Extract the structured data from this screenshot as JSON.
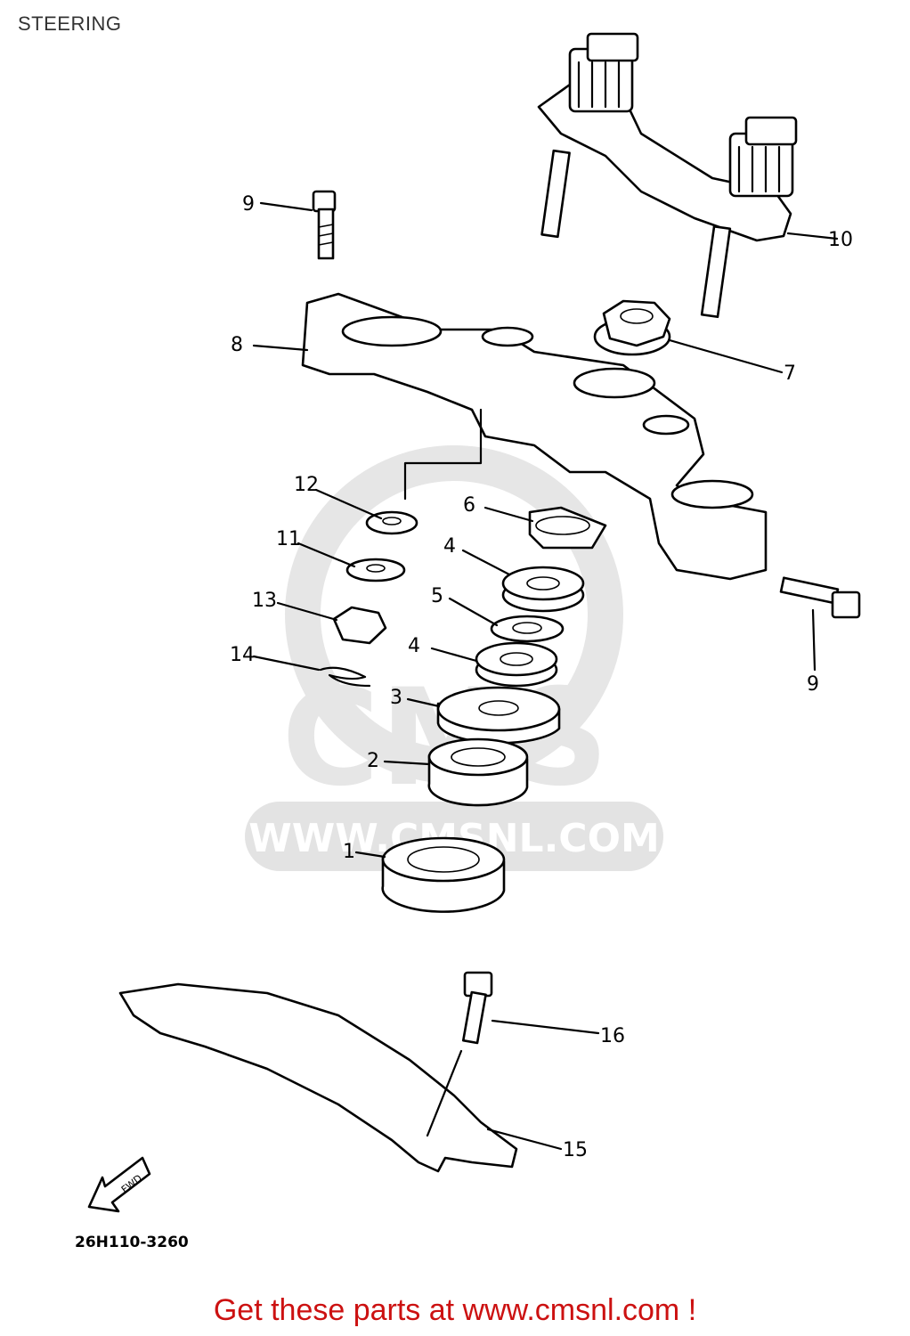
{
  "title": "STEERING",
  "drawing_code": "26H110-3260",
  "direction_marker": "FWD",
  "watermark": {
    "url": "WWW.CMSNL.COM",
    "logo": "CMS"
  },
  "footer_link": "Get these parts at www.cmsnl.com !",
  "callouts": {
    "c1": "1",
    "c2": "2",
    "c3": "3",
    "c4a": "4",
    "c4b": "4",
    "c5": "5",
    "c6": "6",
    "c7": "7",
    "c8": "8",
    "c9a": "9",
    "c9b": "9",
    "c10": "10",
    "c11": "11",
    "c12": "12",
    "c13": "13",
    "c14": "14",
    "c15": "15",
    "c16": "16"
  },
  "colors": {
    "footer": "#cc1111",
    "line": "#000000",
    "watermark": "#e3e3e3"
  }
}
